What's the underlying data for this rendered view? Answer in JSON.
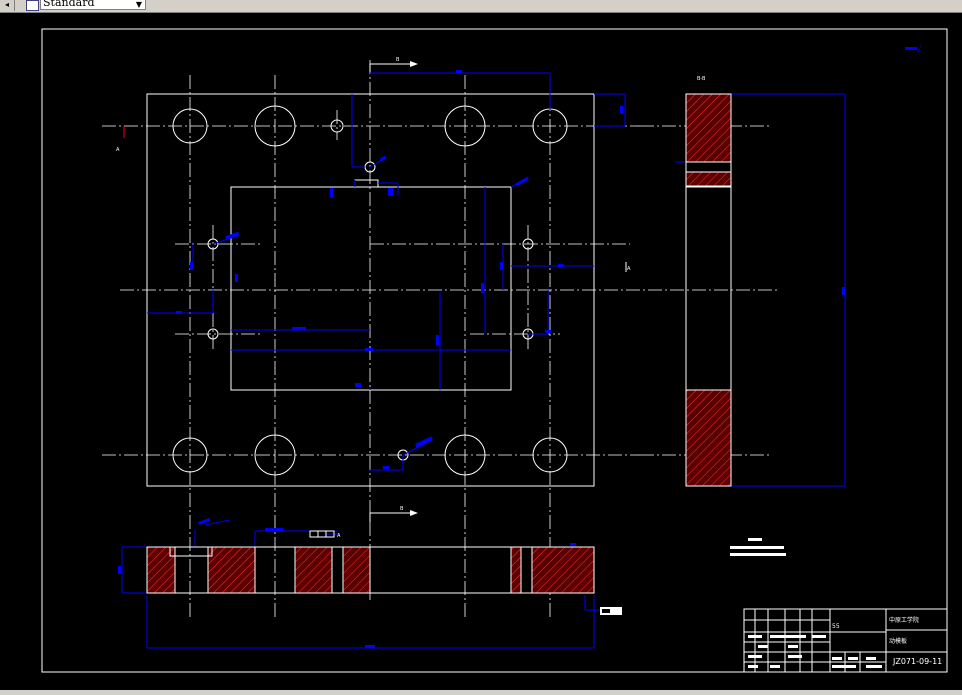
{
  "toolbar": {
    "style_label": "Standard",
    "style_chevron": "▼",
    "back_arrow": "◂"
  },
  "drawing": {
    "section_top_label": "B",
    "section_bottom_label": "B",
    "section_view_title": "B-B",
    "arrow_label_left": "A",
    "arrow_label_right": "A",
    "datum_label": "A",
    "roughness_symbol": "√",
    "title_block": {
      "school": "中原工学院",
      "part_name": "动模板",
      "drawing_number": "JZ071-09-11",
      "quantity": "55"
    }
  },
  "colors": {
    "background": "#000000",
    "geometry": "#ffffff",
    "dimension": "#0000ff",
    "hatch": "#ff0000"
  }
}
